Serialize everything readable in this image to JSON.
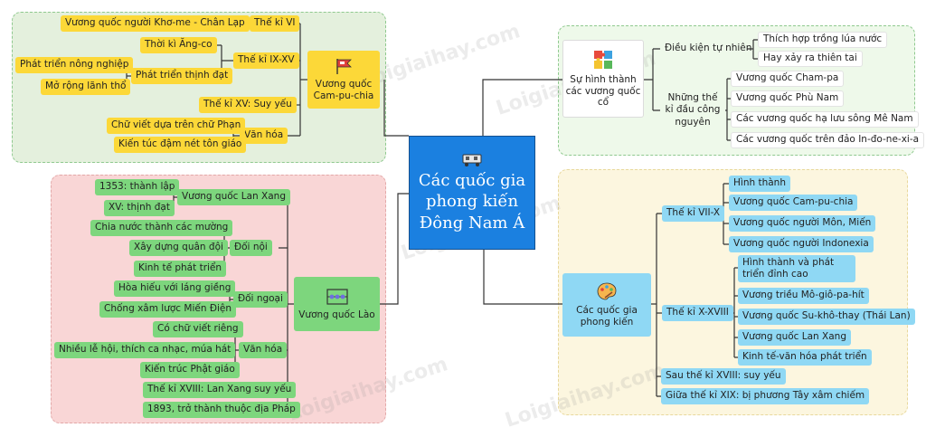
{
  "title": "Các quốc gia phong kiến Đông Nam Á",
  "watermark": "Loigiaihay.com",
  "colors": {
    "yellow": "#fcd838",
    "green": "#7dd67d",
    "cyan": "#8fd8f4",
    "center": "#1b80e0",
    "panel_green": "#e4f0dd",
    "panel_pink": "#f9d6d6",
    "panel_lightgreen": "#eef9ea",
    "panel_lightyellow": "#fcf6df",
    "line": "#333333"
  },
  "campuchia": {
    "label": "Vương quốc Cam-pu-chia",
    "icon": "flag-icon",
    "k6": "Thế kỉ VI",
    "khome": "Vương quốc người Khơ-me - Chân Lạp",
    "k9_15": "Thế kỉ IX-XV",
    "angco": "Thời kì Ăng-co",
    "thinhdat": "Phát triển thịnh đạt",
    "nongnghiep": "Phát triển nông nghiệp",
    "lanhtho": "Mở rộng lãnh thổ",
    "k15": "Thế kỉ XV: Suy yếu",
    "vanhoa": "Văn hóa",
    "chuviet": "Chữ viết dựa trên chữ Phạn",
    "kientruc": "Kiến túc đậm nét tôn giáo"
  },
  "hinhthanh": {
    "label": "Sự hình thành các vương quốc cổ",
    "icon": "puzzle-icon",
    "dieukien": "Điều kiện tự nhiên",
    "lua": "Thích hợp trồng lúa nước",
    "thientai": "Hay xảy ra thiên tai",
    "theki": "Những thế kỉ đầu công nguyên",
    "champa": "Vương quốc Cham-pa",
    "phunam": "Vương quốc Phù Nam",
    "mekong": "Các vương quốc hạ lưu sông Mê Nam",
    "indonesia": "Các vương quốc trên đảo In-đo-ne-xi-a"
  },
  "lao": {
    "label": "Vương quốc Lào",
    "icon": "abacus-icon",
    "lanxang": "Vương quốc Lan Xang",
    "y1353": "1353: thành lập",
    "xv": "XV: thịnh đạt",
    "doinoi": "Đối nội",
    "chianuoc": "Chia nước thành các mường",
    "quandoi": "Xây dựng quân đội",
    "kinhte": "Kinh tế phát triển",
    "doingoai": "Đối ngoại",
    "hoahieu": "Hòa hiếu với láng giềng",
    "chongxam": "Chống xâm lược Miến Điện",
    "vanhoa": "Văn hóa",
    "chuviet": "Có chữ viết riêng",
    "lehoi": "Nhiều lễ hội, thích ca nhạc, múa hát",
    "kientruc": "Kiến trúc Phật giáo",
    "k18": "Thế kỉ XVIII: Lan Xang suy yếu",
    "y1893": "1893, trở thành thuộc địa Pháp"
  },
  "phongkien": {
    "label": "Các quốc gia phong kiến",
    "icon": "palette-icon",
    "k7_10": "Thế kỉ VII-X",
    "hinhthanh": "Hình thành",
    "campuchia": "Vương quốc Cam-pu-chia",
    "mon": "Vương quốc người Môn, Miến",
    "indonexia": "Vương quốc người Indonexia",
    "k10_18": "Thế kỉ X-XVIII",
    "dinhcao": "Hình thành và phát triển đỉnh cao",
    "mogiopahit": "Vương triều Mô-giô-pa-hít",
    "sukhothay": "Vương quốc Su-khô-thay (Thái Lan)",
    "lanxang": "Vương quốc Lan Xang",
    "kinhte": "Kinh tế-văn hóa phát triển",
    "sau18": "Sau thế kỉ XVIII: suy yếu",
    "giua19": "Giữa thế kỉ XIX: bị phương Tây xâm chiếm"
  }
}
